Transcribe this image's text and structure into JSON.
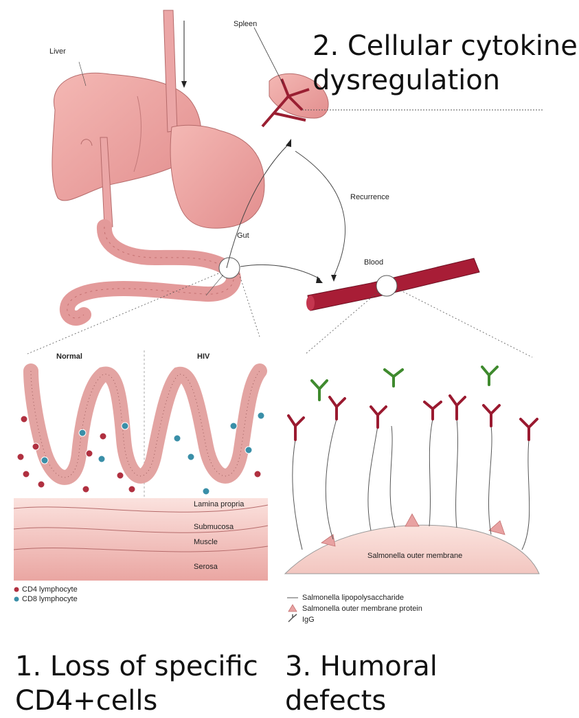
{
  "organ_labels": {
    "liver": "Liver",
    "spleen": "Spleen",
    "gut": "Gut",
    "blood": "Blood",
    "recurrence": "Recurrence"
  },
  "gut_panel": {
    "normal_label": "Normal",
    "hiv_label": "HIV",
    "layers": {
      "lamina_propria": "Lamina propria",
      "submucosa": "Submucosa",
      "muscle": "Muscle",
      "serosa": "Serosa"
    },
    "legend": {
      "cd4": "CD4 lymphocyte",
      "cd8": "CD8 lymphocyte"
    }
  },
  "humoral_panel": {
    "membrane_label": "Salmonella outer membrane",
    "legend": {
      "lps": "Salmonella lipopolysaccharide",
      "omp": "Salmonella outer membrane protein",
      "igg": "IgG"
    }
  },
  "captions": {
    "cytokine_line1": "2. Cellular cytokine",
    "cytokine_line2": "dysregulation",
    "cd4_line1": "1. Loss of specific",
    "cd4_line2": "CD4+cells",
    "humoral_line1": "3. Humoral",
    "humoral_line2": "defects"
  },
  "colors": {
    "organ": "#eba0a0",
    "organ_dark": "#c0585c",
    "blood": "#a81d36",
    "cd4": "#b03040",
    "cd8": "#3a8fa8",
    "igg_red": "#9a1a30",
    "igg_green": "#3f8a2e"
  }
}
